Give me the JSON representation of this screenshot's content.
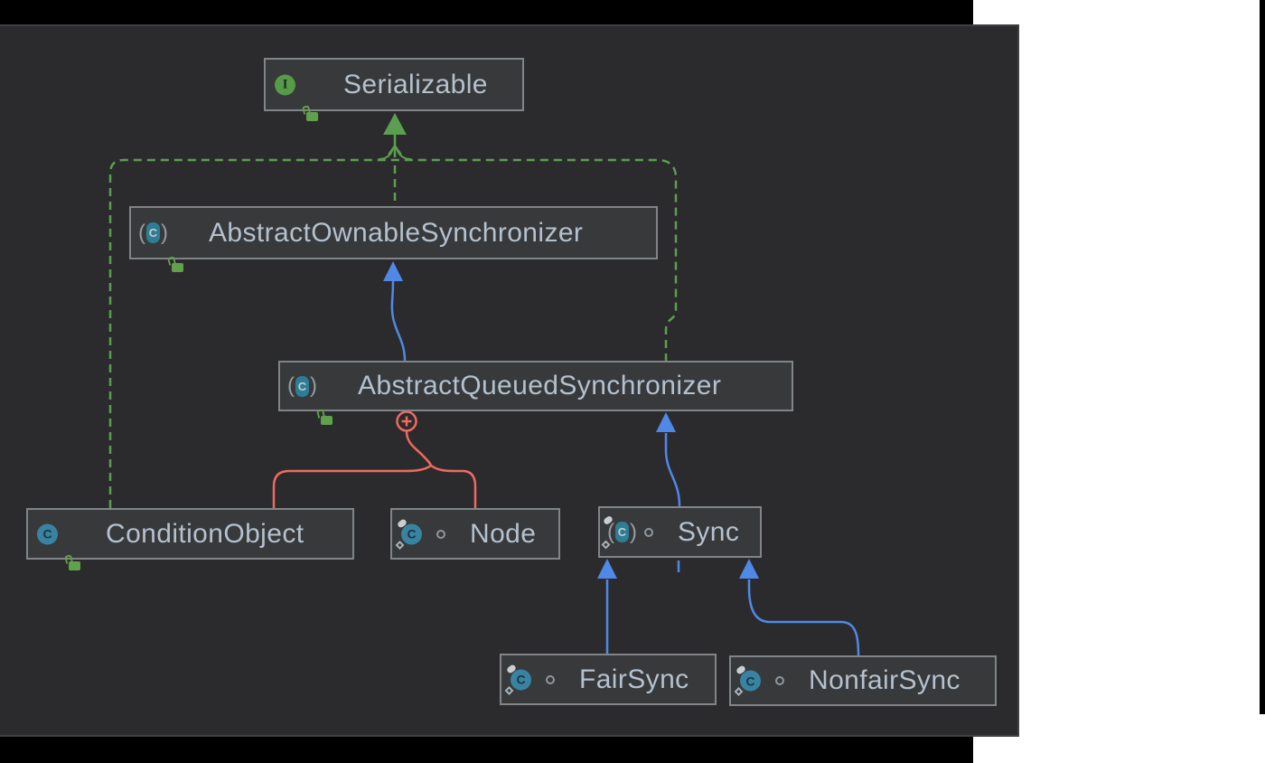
{
  "diagram": {
    "nodes": [
      {
        "id": "serializable",
        "label": "Serializable",
        "stereotype": "interface",
        "modifier": "lock"
      },
      {
        "id": "abstract-ownable-synchronizer",
        "label": "AbstractOwnableSynchronizer",
        "stereotype": "abstract-class",
        "modifier": "lock"
      },
      {
        "id": "abstract-queued-synchronizer",
        "label": "AbstractQueuedSynchronizer",
        "stereotype": "abstract-class",
        "modifier": "lock"
      },
      {
        "id": "condition-object",
        "label": "ConditionObject",
        "stereotype": "class",
        "modifier": "lock"
      },
      {
        "id": "node",
        "label": "Node",
        "stereotype": "static-nested-class",
        "modifier": "package-private"
      },
      {
        "id": "sync",
        "label": "Sync",
        "stereotype": "static-nested-abstract-class",
        "modifier": "package-private"
      },
      {
        "id": "fair-sync",
        "label": "FairSync",
        "stereotype": "static-nested-class",
        "modifier": "package-private"
      },
      {
        "id": "nonfair-sync",
        "label": "NonfairSync",
        "stereotype": "static-nested-class",
        "modifier": "package-private"
      }
    ],
    "edges": [
      {
        "from": "AbstractOwnableSynchronizer",
        "to": "Serializable",
        "relation": "implements",
        "style": "dashed",
        "color": "#5c9e50"
      },
      {
        "from": "AbstractQueuedSynchronizer",
        "to": "Serializable",
        "relation": "implements",
        "style": "dashed",
        "color": "#5c9e50"
      },
      {
        "from": "ConditionObject",
        "to": "Serializable",
        "relation": "implements",
        "style": "dashed",
        "color": "#5c9e50"
      },
      {
        "from": "AbstractQueuedSynchronizer",
        "to": "AbstractOwnableSynchronizer",
        "relation": "extends",
        "style": "solid",
        "color": "#5088e8"
      },
      {
        "from": "Sync",
        "to": "AbstractQueuedSynchronizer",
        "relation": "extends",
        "style": "solid",
        "color": "#5088e8"
      },
      {
        "from": "FairSync",
        "to": "Sync",
        "relation": "extends",
        "style": "solid",
        "color": "#5088e8"
      },
      {
        "from": "NonfairSync",
        "to": "Sync",
        "relation": "extends",
        "style": "solid",
        "color": "#5088e8"
      },
      {
        "from": "AbstractQueuedSynchronizer",
        "to": "ConditionObject",
        "relation": "inner-class",
        "style": "solid-circle-plus",
        "color": "#ee6a5f"
      },
      {
        "from": "AbstractQueuedSynchronizer",
        "to": "Node",
        "relation": "inner-class",
        "style": "solid-circle-plus",
        "color": "#ee6a5f"
      }
    ],
    "icons": {
      "interface_glyph": "I",
      "class_glyph": "C",
      "paren_open": "(",
      "paren_close": ")"
    },
    "colors": {
      "page_bg": "#ffffff",
      "frame_black": "#000000",
      "canvas_bg": "#2b2b2d",
      "node_bg": "#37393b",
      "node_border": "#818587",
      "node_text": "#b4c1ce",
      "green": "#5c9e50",
      "blue": "#5088e8",
      "red": "#ee6a5f",
      "interface_bg": "#569b49",
      "class_bg": "#3983a2",
      "lock": "#61a14c"
    }
  }
}
